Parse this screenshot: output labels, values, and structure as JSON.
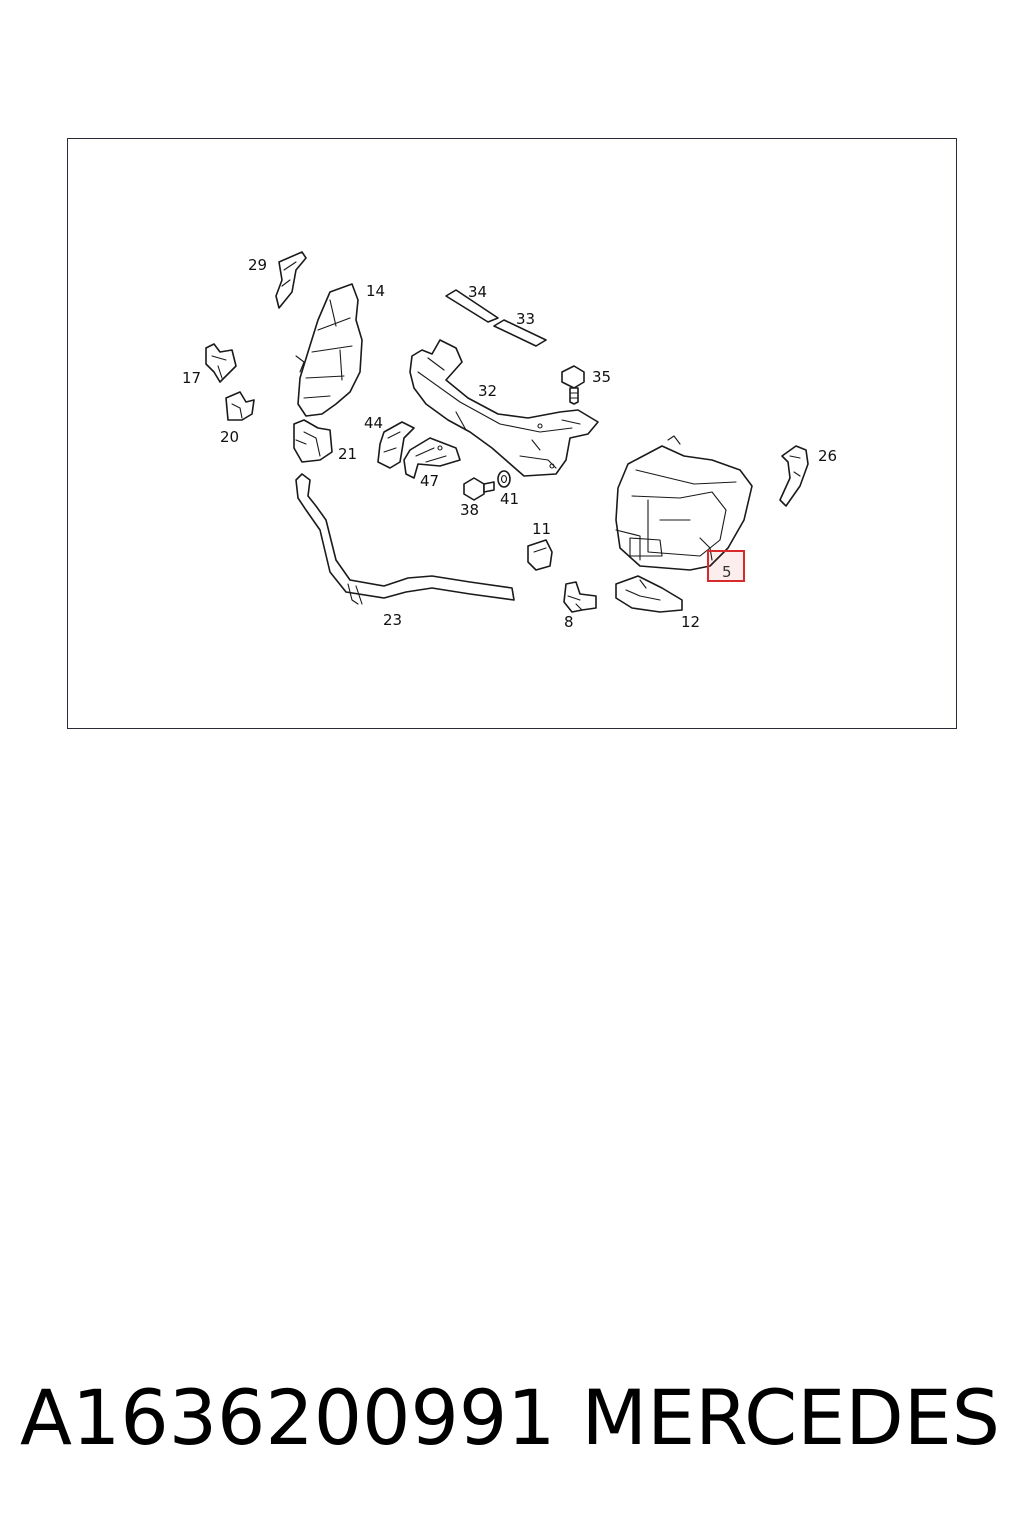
{
  "diagram": {
    "callouts": {
      "c29": "29",
      "c14": "14",
      "c34": "34",
      "c33": "33",
      "c17": "17",
      "c35": "35",
      "c32": "32",
      "c20": "20",
      "c44": "44",
      "c21": "21",
      "c47": "47",
      "c26": "26",
      "c38": "38",
      "c41": "41",
      "c11": "11",
      "c5": "5",
      "c23": "23",
      "c8": "8",
      "c12": "12"
    },
    "highlighted_callout": "5",
    "highlight_color": "#d82a2a"
  },
  "footer": {
    "part_number": "A1636200991",
    "brand": "MERCEDES"
  }
}
